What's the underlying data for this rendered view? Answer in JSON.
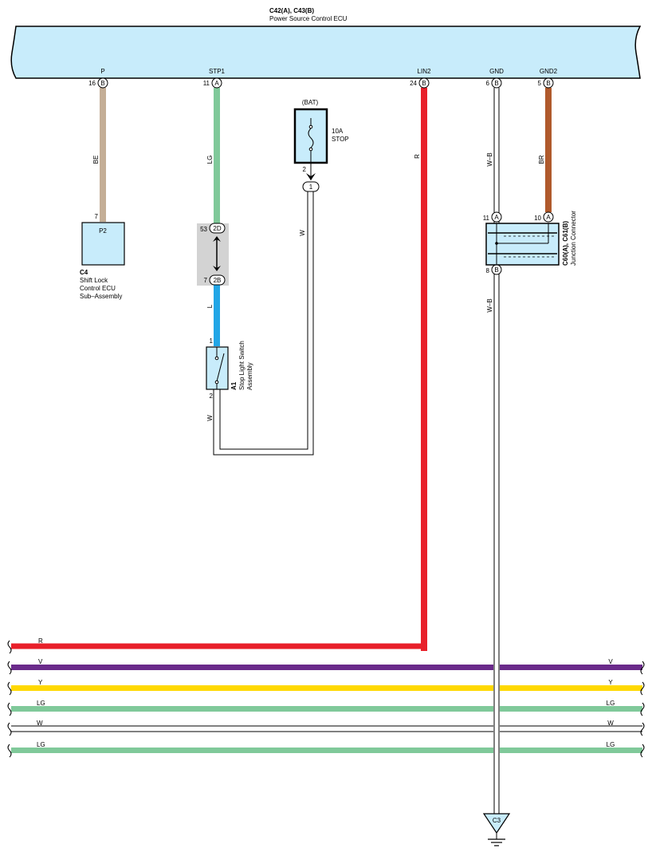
{
  "ecu": {
    "code": "C42(A), C43(B)",
    "name": "Power Source Control ECU",
    "pins": [
      {
        "label": "P",
        "pin": "16",
        "connector": "B"
      },
      {
        "label": "STP1",
        "pin": "11",
        "connector": "A"
      },
      {
        "label": "LIN2",
        "pin": "24",
        "connector": "B"
      },
      {
        "label": "GND",
        "pin": "6",
        "connector": "B"
      },
      {
        "label": "GND2",
        "pin": "5",
        "connector": "B"
      }
    ]
  },
  "wires": {
    "be": "BE",
    "lg": "LG",
    "l": "L",
    "w_fuse": "W",
    "w_switch": "W",
    "r": "R",
    "wb_top": "W–B",
    "wb_bottom": "W–B",
    "br": "BR"
  },
  "shift_lock": {
    "pin": "7",
    "box_label": "P2",
    "code": "C4",
    "name_lines": [
      "Shift Lock",
      "Control ECU",
      "Sub–Assembly"
    ]
  },
  "fuse": {
    "source": "(BAT)",
    "rating": "10A",
    "name": "STOP",
    "out_pin": "2",
    "connector": "1"
  },
  "junction_inline": {
    "top_pin": "53",
    "top_conn": "2D",
    "bottom_pin": "7",
    "bottom_conn": "2B"
  },
  "stop_switch": {
    "pin_top": "1",
    "pin_bottom": "2",
    "code": "A1",
    "name_lines": [
      "Stop Light Switch",
      "Assembly"
    ]
  },
  "junction_connector": {
    "code": "C60(A), C61(B)",
    "name": "Junction Connector",
    "pin_left": "11",
    "pin_left_conn": "A",
    "pin_right": "10",
    "pin_right_conn": "A",
    "pin_bottom": "8",
    "pin_bottom_conn": "B"
  },
  "ground": {
    "label": "C3"
  },
  "bus": [
    {
      "left": "R",
      "right": "",
      "color": "#e8202a"
    },
    {
      "left": "V",
      "right": "V",
      "color": "#6a2a8a"
    },
    {
      "left": "Y",
      "right": "Y",
      "color": "#ffd800"
    },
    {
      "left": "LG",
      "right": "LG",
      "color": "#80c99a"
    },
    {
      "left": "W",
      "right": "W",
      "color": "#ffffff"
    },
    {
      "left": "LG",
      "right": "LG",
      "color": "#80c99a"
    }
  ],
  "colors": {
    "ecu_fill": "#c8ecfb",
    "box_fill": "#c8ecfb",
    "be": "#c4ae96",
    "lg": "#80c99a",
    "l": "#22a6e6",
    "r": "#e8202a",
    "br": "#b05a2c",
    "inline_bg": "#d3d3d3"
  }
}
